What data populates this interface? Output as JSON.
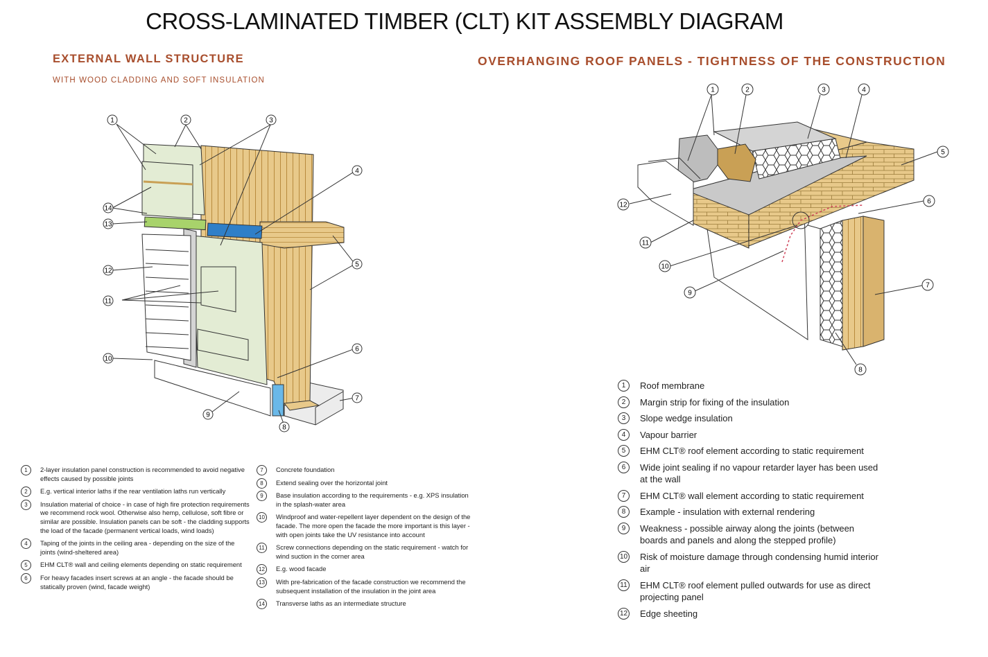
{
  "title": "CROSS-LAMINATED TIMBER (CLT) KIT ASSEMBLY DIAGRAM",
  "left_section": {
    "heading": "EXTERNAL WALL STRUCTURE",
    "subheading": "WITH WOOD CLADDING AND SOFT INSULATION",
    "items": [
      {
        "num": "1",
        "text": "2-layer insulation panel construction is recommended to avoid negative effects caused by possible joints"
      },
      {
        "num": "2",
        "text": "E.g. vertical interior laths if the rear ventilation laths run vertically"
      },
      {
        "num": "3",
        "text": "Insulation material of choice - in case of high fire protection requirements we recommend rock wool. Otherwise also hemp, cellulose, soft fibre or similar are possible. Insulation panels can be soft - the cladding supports the load of the facade (permanent vertical loads, wind loads)"
      },
      {
        "num": "4",
        "text": "Taping of the joints in the ceiling area - depending on the size of the joints (wind-sheltered area)"
      },
      {
        "num": "5",
        "text": "EHM CLT® wall and ceiling elements depending on static requirement"
      },
      {
        "num": "6",
        "text": "For heavy facades insert screws at an angle - the facade should be statically proven (wind, facade weight)"
      },
      {
        "num": "7",
        "text": "Concrete foundation"
      },
      {
        "num": "8",
        "text": "Extend sealing over the horizontal joint"
      },
      {
        "num": "9",
        "text": "Base insulation according to the requirements - e.g. XPS insulation in the splash-water area"
      },
      {
        "num": "10",
        "text": "Windproof and water-repellent layer dependent on the design of the facade. The more open the facade the more important is this layer - with open joints take the UV resistance into account"
      },
      {
        "num": "11",
        "text": "Screw connections depending on the static requirement - watch for wind suction in the corner area"
      },
      {
        "num": "12",
        "text": "E.g. wood facade"
      },
      {
        "num": "13",
        "text": "With pre-fabrication of the facade construction we recommend the subsequent installation of the insulation in the joint area"
      },
      {
        "num": "14",
        "text": "Transverse laths as an intermediate structure"
      }
    ]
  },
  "right_section": {
    "heading": "OVERHANGING ROOF PANELS - TIGHTNESS OF THE CONSTRUCTION",
    "items": [
      {
        "num": "1",
        "text": "Roof membrane"
      },
      {
        "num": "2",
        "text": "Margin strip for fixing of the insulation"
      },
      {
        "num": "3",
        "text": "Slope wedge insulation"
      },
      {
        "num": "4",
        "text": "Vapour barrier"
      },
      {
        "num": "5",
        "text": "EHM CLT® roof element according to static requirement"
      },
      {
        "num": "6",
        "text": "Wide joint sealing if no vapour retarder layer has been used at the wall"
      },
      {
        "num": "7",
        "text": "EHM CLT® wall element according to static requirement"
      },
      {
        "num": "8",
        "text": "Example - insulation with external rendering"
      },
      {
        "num": "9",
        "text": "Weakness - possible airway along the joints (between boards and panels and along the stepped profile)"
      },
      {
        "num": "10",
        "text": "Risk of moisture damage through condensing humid interior air"
      },
      {
        "num": "11",
        "text": "EHM CLT® roof element pulled outwards for use as direct projecting panel"
      },
      {
        "num": "12",
        "text": "Edge sheeting"
      }
    ]
  },
  "left_callouts": [
    "1",
    "2",
    "3",
    "4",
    "5",
    "6",
    "7",
    "8",
    "9",
    "10",
    "11",
    "12",
    "13",
    "14"
  ],
  "right_callouts": [
    "1",
    "2",
    "3",
    "4",
    "5",
    "6",
    "7",
    "8",
    "9",
    "10",
    "11",
    "12"
  ],
  "colors": {
    "heading": "#a84e2d",
    "wood": "#e8c98a",
    "wood_dark": "#c9a055",
    "insulation": "#e3ecd4",
    "green_lath": "#a8d36b",
    "blue_tape": "#2f7fc8",
    "blue_seal": "#6ab8e8",
    "membrane": "#c9c9c9",
    "concrete": "#ececec"
  }
}
